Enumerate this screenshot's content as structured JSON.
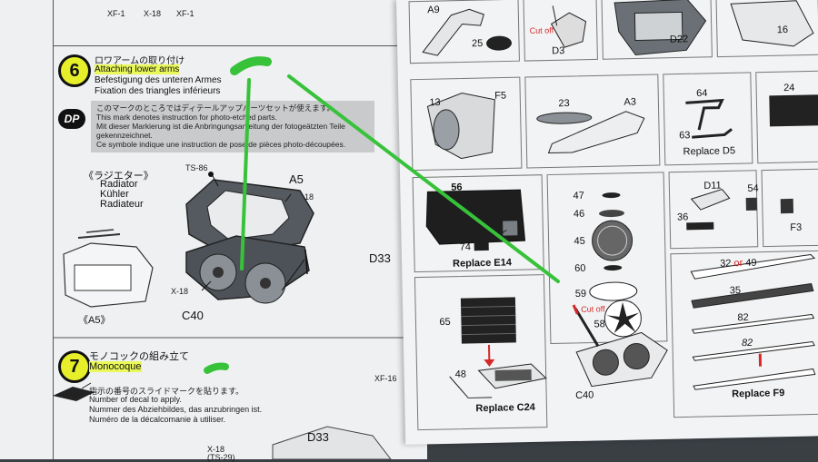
{
  "step6": {
    "number": "6",
    "title_jp": "ロワアームの取り付け",
    "title_en": "Attaching lower arms",
    "title_de": "Befestigung des unteren Armes",
    "title_fr": "Fixation des triangles inférieurs",
    "note_icon": "DP",
    "note_lines": [
      "このマークのところではディテールアップパーツセットが使えます。",
      "This mark denotes instruction for photo-etched parts.",
      "Mit dieser Markierung ist die Anbringungsanleitung der fotogeätzten Teile gekennzeichnet.",
      "Ce symbole indique une instruction de pose de pièces photo-découpées."
    ],
    "radiator_jp": "《ラジエター》",
    "radiator_en": "Radiator",
    "radiator_de": "Kühler",
    "radiator_fr": "Radiateur",
    "part_a5": "A5",
    "part_a5_paren": "《A5》",
    "ts86": "TS-86",
    "x18_a": "X-18",
    "x18_b": "X-18",
    "c40": "C40",
    "d33": "D33"
  },
  "paint_top": [
    "XF-1",
    "X-18",
    "XF-1"
  ],
  "step7": {
    "number": "7",
    "title_jp": "モノコックの組み立て",
    "title_en": "Monocoque",
    "decal_lines": [
      "指示の番号のスライドマークを貼ります。",
      "Number of decal to apply.",
      "Nummer des Abziehbildes, das anzubringen ist.",
      "Numéro de la décalcomanie à utiliser."
    ],
    "d33": "D33",
    "x18": "X-18",
    "ts": "(TS-29)",
    "xf16": "XF-16"
  },
  "sheet": {
    "parts": {
      "a9": "A9",
      "p25": "25",
      "d3": "D3",
      "cut_off": "Cut off",
      "d22": "D22",
      "p16": "16",
      "p13": "13",
      "f5": "F5",
      "p23": "23",
      "a3": "A3",
      "p64": "64",
      "p63": "63",
      "replace_d5": "Replace D5",
      "p24": "24",
      "p56": "56",
      "p74": "74",
      "replace_e14": "Replace E14",
      "p47": "47",
      "p46": "46",
      "p45": "45",
      "p60": "60",
      "p59": "59",
      "cut_off2": "Cut off",
      "p58": "58",
      "c40": "C40",
      "d11": "D11",
      "p54": "54",
      "p36": "36",
      "f3": "F3",
      "p65": "65",
      "p48": "48",
      "replace_c24": "Replace C24",
      "p32": "32",
      "or": "or",
      "p49": "49",
      "p35": "35",
      "p82a": "82",
      "p82b": "82",
      "replace_f9": "Replace F9"
    }
  },
  "colors": {
    "step_badge": "#e6ef2a",
    "highlighter": "#eaf85a",
    "green_marker": "#37c23a",
    "cut_off": "#d62828"
  }
}
